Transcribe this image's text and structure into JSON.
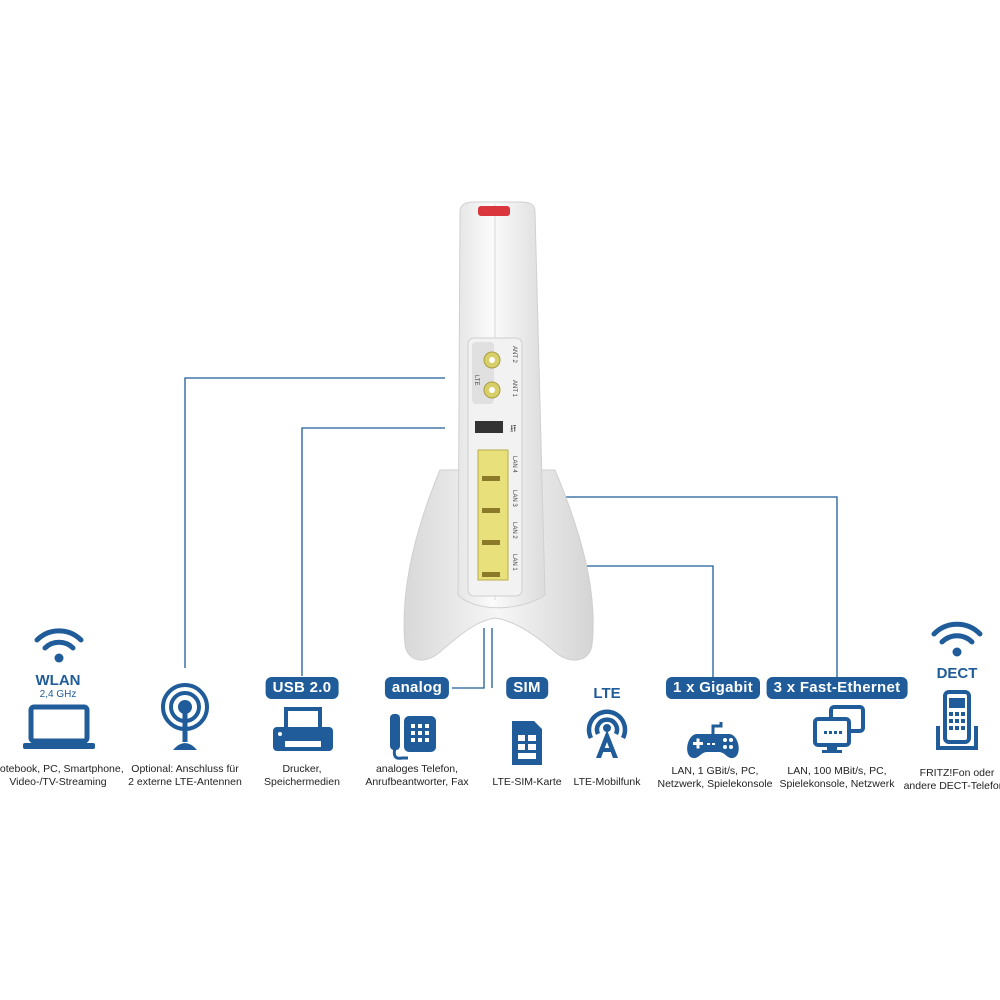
{
  "colors": {
    "accent": "#1f5c99",
    "router_button": "#d9363e",
    "lan_ports": "#e8e07a"
  },
  "router": {
    "labels": {
      "lte": "LTE",
      "ant2": "ANT 2",
      "ant1": "ANT 1",
      "lan4": "LAN 4",
      "lan3": "LAN 3",
      "lan2": "LAN 2",
      "lan1": "LAN 1"
    }
  },
  "items": [
    {
      "title": "WLAN",
      "subtitle": "2,4 GHz",
      "icon": "laptop-icon",
      "caption1": "Notebook, PC, Smartphone,",
      "caption2": "Video-/TV-Streaming"
    },
    {
      "icon": "antenna-icon",
      "caption1": "Optional: Anschluss für",
      "caption2": "2 externe LTE-Antennen"
    },
    {
      "badge": "USB 2.0",
      "icon": "printer-icon",
      "caption1": "Drucker,",
      "caption2": "Speichermedien"
    },
    {
      "badge": "analog",
      "icon": "telephone-icon",
      "caption1": "analoges Telefon,",
      "caption2": "Anrufbeantworter, Fax"
    },
    {
      "badge": "SIM",
      "icon": "sim-card-icon",
      "caption1": "LTE-SIM-Karte"
    },
    {
      "title": "LTE",
      "icon": "cell-tower-icon",
      "caption1": "LTE-Mobilfunk"
    },
    {
      "badge": "1 x Gigabit",
      "icon": "gamepad-icon",
      "caption1": "LAN, 1 GBit/s, PC,",
      "caption2": "Netzwerk, Spielekonsole"
    },
    {
      "badge": "3 x Fast-Ethernet",
      "icon": "monitors-icon",
      "caption1": "LAN, 100 MBit/s, PC,",
      "caption2": "Spielekonsole, Netzwerk"
    },
    {
      "title": "DECT",
      "icon": "cordless-phone-icon",
      "caption1": "FRITZ!Fon oder",
      "caption2": "andere DECT-Telefone"
    }
  ]
}
